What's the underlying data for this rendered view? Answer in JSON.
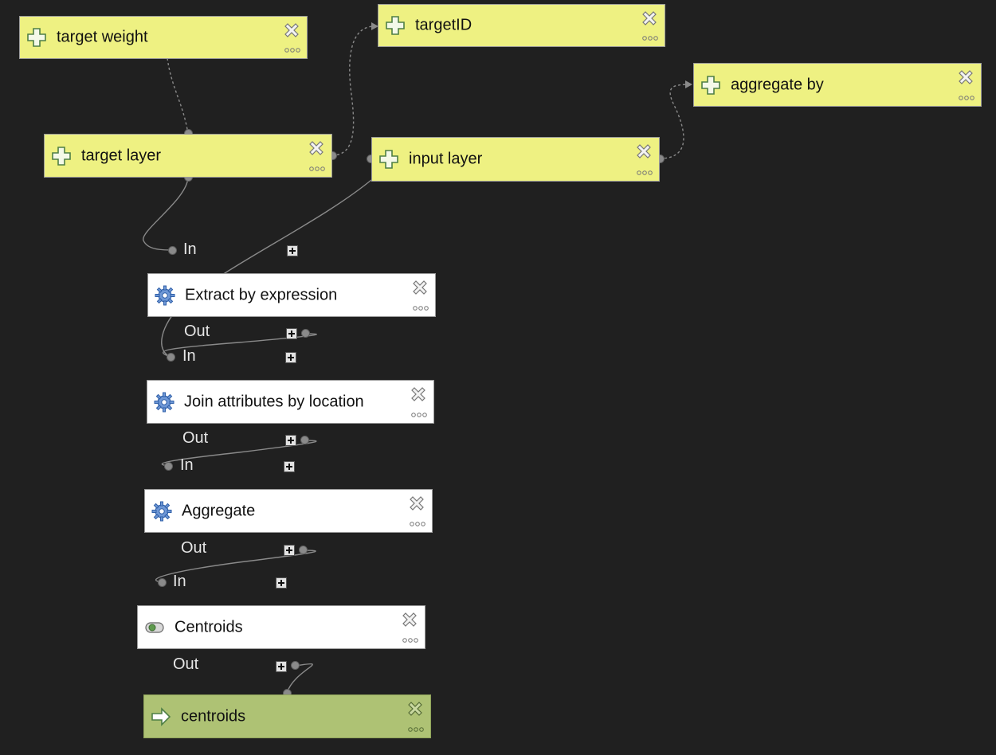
{
  "colors": {
    "canvas": "#202020",
    "parameter_node": "#eef182",
    "algorithm_node": "#ffffff",
    "output_node": "#aec274",
    "link": "#8a8a8a"
  },
  "parameters": [
    {
      "id": "target-weight",
      "label": "target weight",
      "icon": "plus-icon"
    },
    {
      "id": "targetid",
      "label": "targetID",
      "icon": "plus-icon"
    },
    {
      "id": "aggregate-by",
      "label": "aggregate by",
      "icon": "plus-icon"
    },
    {
      "id": "target-layer",
      "label": "target layer",
      "icon": "plus-icon"
    },
    {
      "id": "input-layer",
      "label": "input layer",
      "icon": "plus-icon"
    }
  ],
  "algorithms": [
    {
      "id": "extract",
      "label": "Extract by expression",
      "icon": "gear-icon",
      "in_label": "In",
      "out_label": "Out"
    },
    {
      "id": "join",
      "label": "Join attributes by location",
      "icon": "gear-icon",
      "in_label": "In",
      "out_label": "Out"
    },
    {
      "id": "aggregate",
      "label": "Aggregate",
      "icon": "gear-icon",
      "in_label": "In",
      "out_label": "Out"
    },
    {
      "id": "centroids",
      "label": "Centroids",
      "icon": "toggle-icon",
      "in_label": "In",
      "out_label": "Out"
    }
  ],
  "outputs": [
    {
      "id": "centroids-output",
      "label": "centroids",
      "icon": "arrow-right-icon"
    }
  ],
  "node_controls": {
    "delete": "close-x-icon",
    "more": "more-dots-icon"
  }
}
